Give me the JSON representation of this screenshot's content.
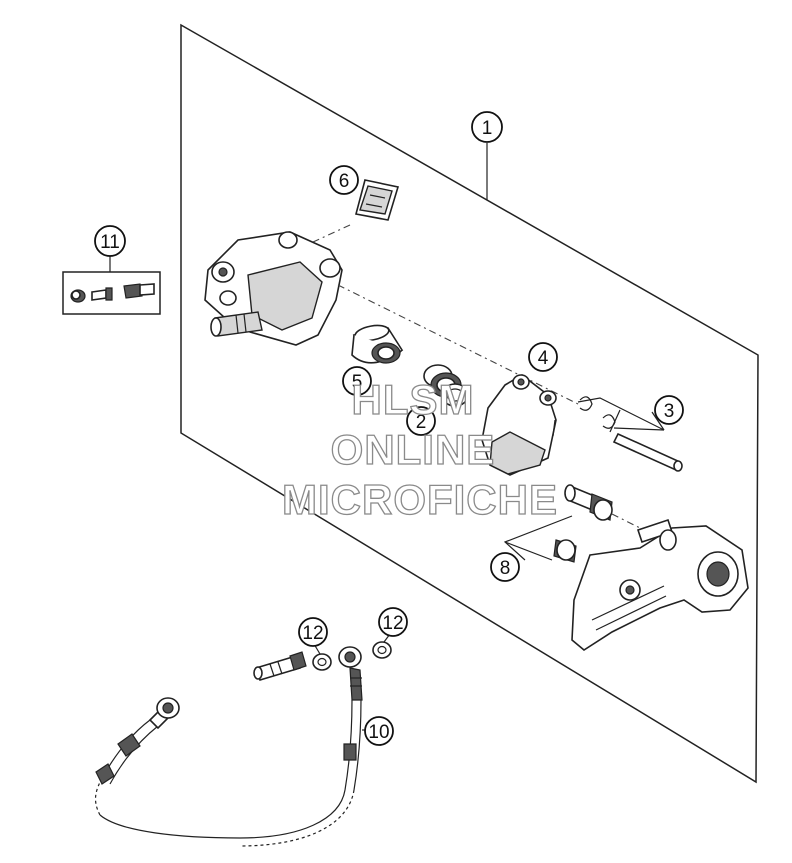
{
  "callouts": {
    "c1": "1",
    "c2": "2",
    "c3": "3",
    "c4": "4",
    "c5": "5",
    "c6": "6",
    "c8": "8",
    "c10": "10",
    "c11": "11",
    "c12a": "12",
    "c12b": "12"
  },
  "watermark": {
    "line1": "HLSM",
    "line2": "ONLINE",
    "line3": "MICROFICHE"
  }
}
